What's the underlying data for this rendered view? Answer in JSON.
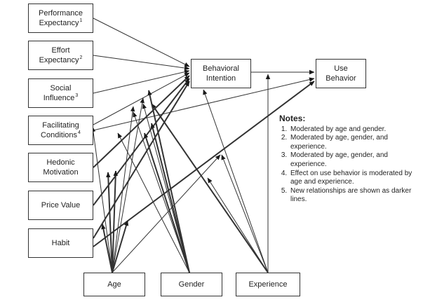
{
  "diagram": {
    "nodes": {
      "performance_expectancy": {
        "line1": "Performance",
        "line2": "Expectancy",
        "sup": "1"
      },
      "effort_expectancy": {
        "line1": "Effort",
        "line2": "Expectancy",
        "sup": "2"
      },
      "social_influence": {
        "line1": "Social",
        "line2": "Influence",
        "sup": "3"
      },
      "facilitating_conditions": {
        "line1": "Facilitating",
        "line2": "Conditions",
        "sup": "4"
      },
      "hedonic_motivation": {
        "line1": "Hedonic",
        "line2": "Motivation",
        "sup": ""
      },
      "price_value": {
        "line1": "Price Value",
        "line2": "",
        "sup": ""
      },
      "habit": {
        "line1": "Habit",
        "line2": "",
        "sup": ""
      },
      "behavioral_intention": {
        "line1": "Behavioral",
        "line2": "Intention",
        "sup": ""
      },
      "use_behavior": {
        "line1": "Use",
        "line2": "Behavior",
        "sup": ""
      },
      "age": {
        "line1": "Age",
        "line2": "",
        "sup": ""
      },
      "gender": {
        "line1": "Gender",
        "line2": "",
        "sup": ""
      },
      "experience": {
        "line1": "Experience",
        "line2": "",
        "sup": ""
      }
    },
    "colors": {
      "line": "#333333",
      "box_border": "#333333"
    }
  },
  "notes": {
    "heading": "Notes:",
    "items": [
      "Moderated by age and gender.",
      "Moderated by age, gender, and experience.",
      "Moderated by age, gender, and experience.",
      "Effect on use behavior is moderated by age and experience.",
      "New relationships are shown as darker lines."
    ]
  }
}
